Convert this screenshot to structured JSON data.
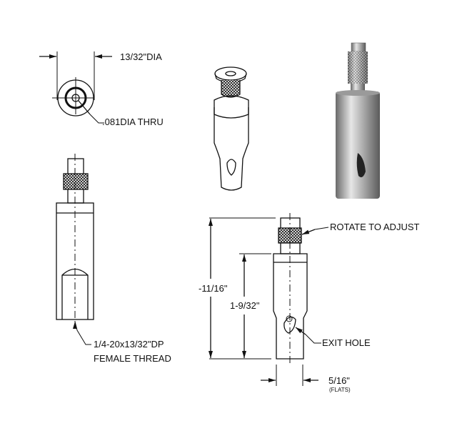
{
  "labels": {
    "outer_diameter": "13/32\"DIA",
    "hole_diameter": ".081DIA THRU",
    "thread_line1": "1/4-20x13/32\"DP",
    "thread_line2": "FEMALE THREAD",
    "rotate": "ROTATE TO ADJUST",
    "exit_hole": "EXIT HOLE",
    "overall_length": "-11/16\"",
    "body_length": "1-9/32\"",
    "flats_width": "5/16\"",
    "flats_note": "(FLATS)"
  },
  "colors": {
    "line": "#111111",
    "metal_light": "#d8d8d8",
    "metal_dark": "#6a6a6a"
  }
}
